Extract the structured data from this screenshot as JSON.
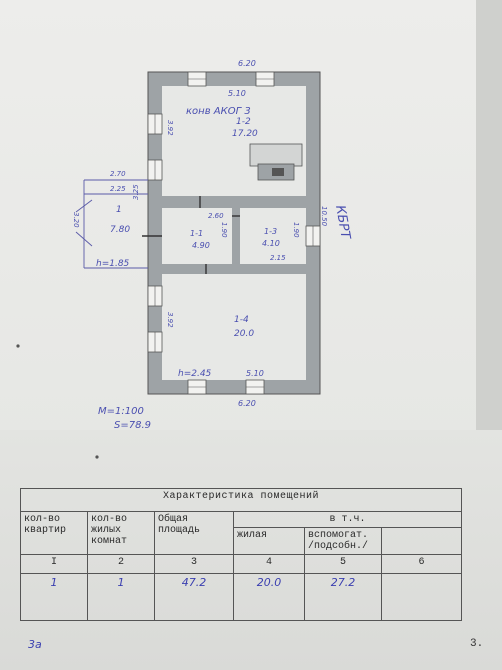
{
  "plan": {
    "dims": {
      "top_outer": "6.20",
      "top_inner": "5.10",
      "bottom_inner": "5.10",
      "bottom_outer": "6.20",
      "right_side": "10.50",
      "room2_h": "3.92",
      "room4_h": "3.92",
      "corr_w": "2.60",
      "corr_h": "1.90",
      "r3_h": "1.90",
      "vest_w": "2.70",
      "vest_w2": "2.25",
      "vest_h": "3.20",
      "wall_h": "3.25"
    },
    "rooms": {
      "r1": {
        "no": "1",
        "area": "7.80"
      },
      "r11": {
        "no": "1-1",
        "area": "4.90"
      },
      "r12": {
        "no": "1-2",
        "area": "17.20"
      },
      "r13": {
        "no": "1-3",
        "area": "4.10"
      },
      "r14": {
        "no": "1-4",
        "area": "20.0"
      }
    },
    "r13_extra": "2.15",
    "heights": {
      "main": "h=2.45",
      "vest": "h=1.85"
    },
    "note_top": "конв АКОГ 3",
    "label_right": "КБРТ",
    "scale": "M=1:100",
    "area_total": "S=78.9"
  },
  "table": {
    "title": "Характеристика помещений",
    "col_kv": "кол-во квартир",
    "col_rooms": "кол-во жилых комнат",
    "col_area": "Общая площадь",
    "col_vtch": "в т.ч.",
    "col_living": "жилая",
    "col_aux": "вспомогат. /подсобн./",
    "nums": [
      "I",
      "2",
      "3",
      "4",
      "5",
      "6"
    ],
    "values": [
      "1",
      "1",
      "47.2",
      "20.0",
      "27.2",
      ""
    ]
  },
  "corners": {
    "left": "3а",
    "right": "3."
  }
}
